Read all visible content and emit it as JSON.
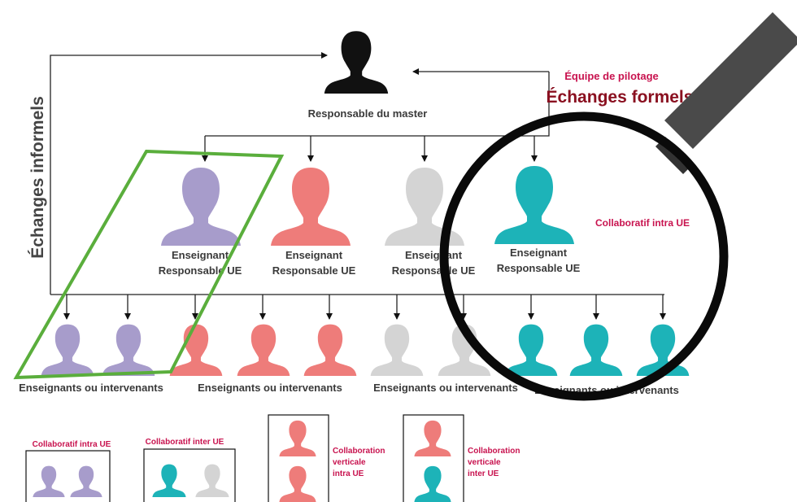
{
  "colors": {
    "master": "#111111",
    "purple": "#a79ccb",
    "red": "#ee7c7a",
    "gray": "#d4d4d4",
    "teal": "#1db3b8",
    "green_outline": "#5aae3c",
    "label_crimson": "#c8134f",
    "label_maroon": "#8a1020",
    "lens_ring": "#0a0a0a",
    "lens_handle": "#4a4a4a"
  },
  "top": {
    "master_label": "Responsable du master",
    "pilotage_label": "Équipe de pilotage",
    "formal_label": "Échanges formels",
    "informal_label": "Échanges informels"
  },
  "teachers": [
    {
      "line1": "Enseignant",
      "line2": "Responsable UE",
      "color": "purple"
    },
    {
      "line1": "Enseignant",
      "line2": "Responsable UE",
      "color": "red"
    },
    {
      "line1": "Enseignant",
      "line2": "Responsable UE",
      "color": "gray"
    },
    {
      "line1": "Enseignant",
      "line2": "Responsable UE",
      "color": "teal"
    }
  ],
  "collab_intra_top": "Collaboratif intra UE",
  "groups": [
    {
      "label": "Enseignants ou intervenants",
      "color": "purple",
      "count": 2
    },
    {
      "label": "Enseignants ou intervenants",
      "color": "red",
      "count": 3
    },
    {
      "label": "Enseignants ou intervenants",
      "color": "gray",
      "count": 2
    },
    {
      "label": "Enseignants ou intervenants",
      "color": "teal",
      "count": 3
    }
  ],
  "legend": {
    "intra": "Collaboratif intra UE",
    "inter": "Collaboratif inter UE",
    "vert_intra": [
      "Collaboration",
      "verticale",
      "intra UE"
    ],
    "vert_inter": [
      "Collaboration",
      "verticale",
      "inter UE"
    ]
  }
}
